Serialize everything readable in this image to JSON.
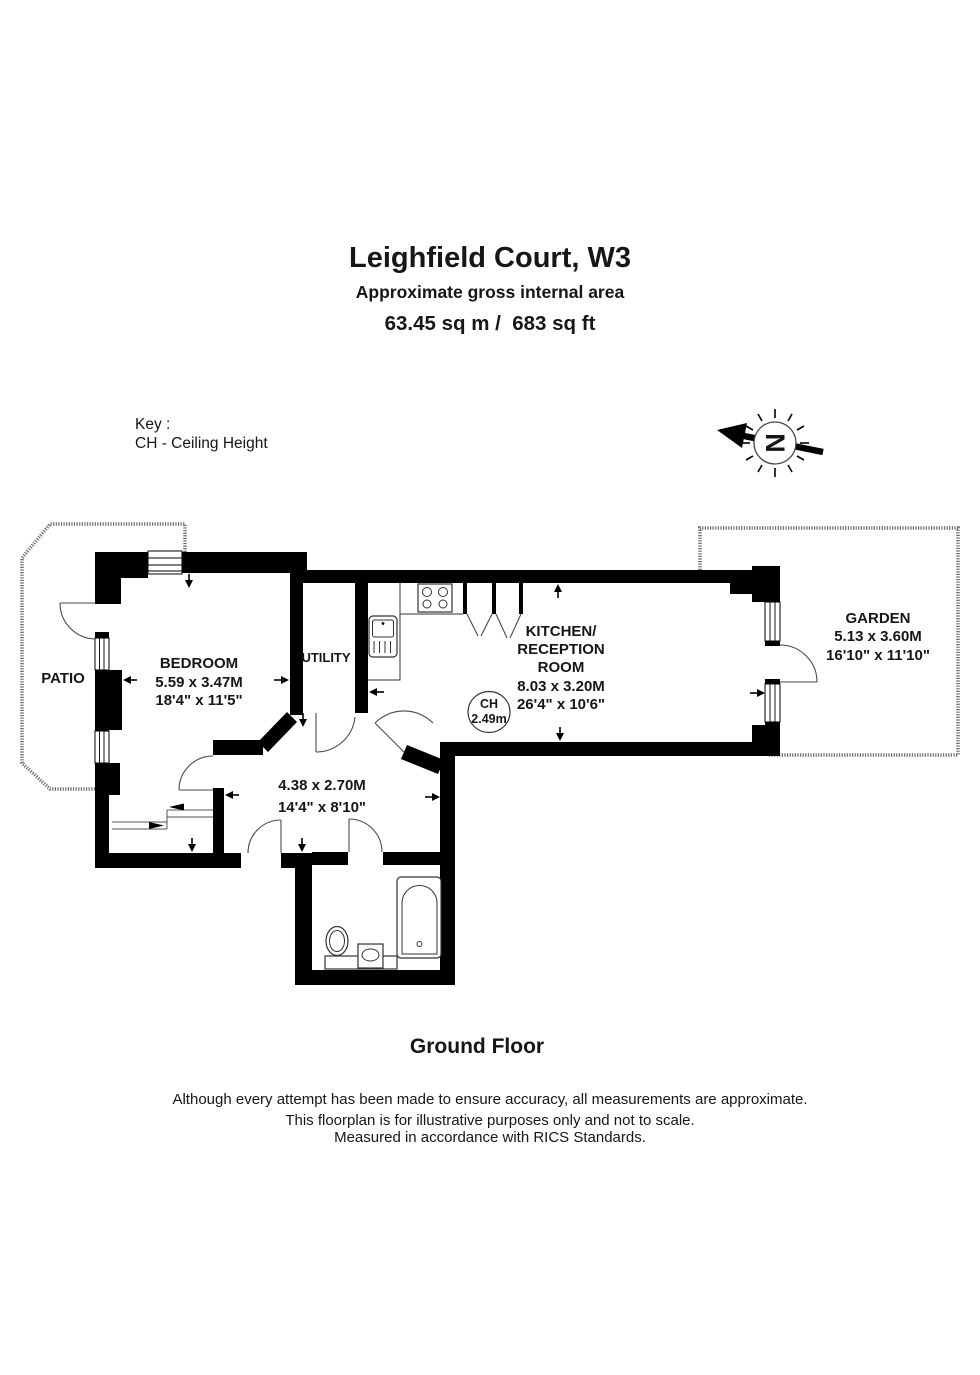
{
  "title": {
    "name": "Leighfield Court, W3",
    "subtitle": "Approximate gross internal area",
    "area": "63.45 sq m /  683 sq ft"
  },
  "key": {
    "heading": "Key :",
    "entry": "CH - Ceiling Height"
  },
  "compass": {
    "north_letter": "N"
  },
  "rooms": {
    "patio": {
      "name": "PATIO"
    },
    "bedroom": {
      "name": "BEDROOM",
      "size_metric": "5.59 x 3.47M",
      "size_imperial": "18'4\" x 11'5\""
    },
    "utility": {
      "name": "UTILITY"
    },
    "kitchen_reception": {
      "name_line1": "KITCHEN/",
      "name_line2": "RECEPTION",
      "name_line3": "ROOM",
      "size_metric": "8.03 x 3.20M",
      "size_imperial": "26'4\" x 10'6\""
    },
    "hallway": {
      "size_metric": "4.38 x 2.70M",
      "size_imperial": "14'4\" x 8'10\""
    },
    "garden": {
      "name": "GARDEN",
      "size_metric": "5.13 x 3.60M",
      "size_imperial": "16'10\" x 11'10\""
    }
  },
  "ceiling_height": {
    "label": "CH",
    "value": "2.49m"
  },
  "floor_label": "Ground Floor",
  "disclaimer": {
    "line1": "Although every attempt has been made to ensure accuracy, all measurements are approximate.",
    "line2": "This floorplan is for illustrative purposes only and not to scale.",
    "line3": "Measured in accordance with RICS Standards."
  }
}
